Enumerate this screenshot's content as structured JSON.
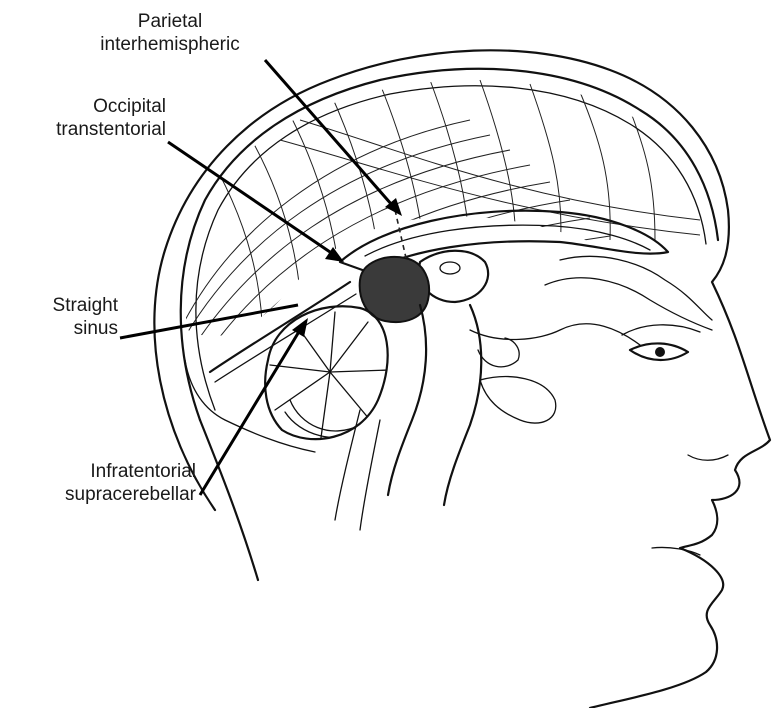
{
  "labels": {
    "parietal": {
      "line1": "Parietal",
      "line2": "interhemispheric"
    },
    "occipital": {
      "line1": "Occipital",
      "line2": "transtentorial"
    },
    "straight": {
      "line1": "Straight",
      "line2": "sinus"
    },
    "infratentorial": {
      "line1": "Infratentorial",
      "line2": "supracerebellar"
    }
  },
  "colors": {
    "ink": "#111111",
    "lesion": "#3a3a3a",
    "background": "#ffffff"
  }
}
